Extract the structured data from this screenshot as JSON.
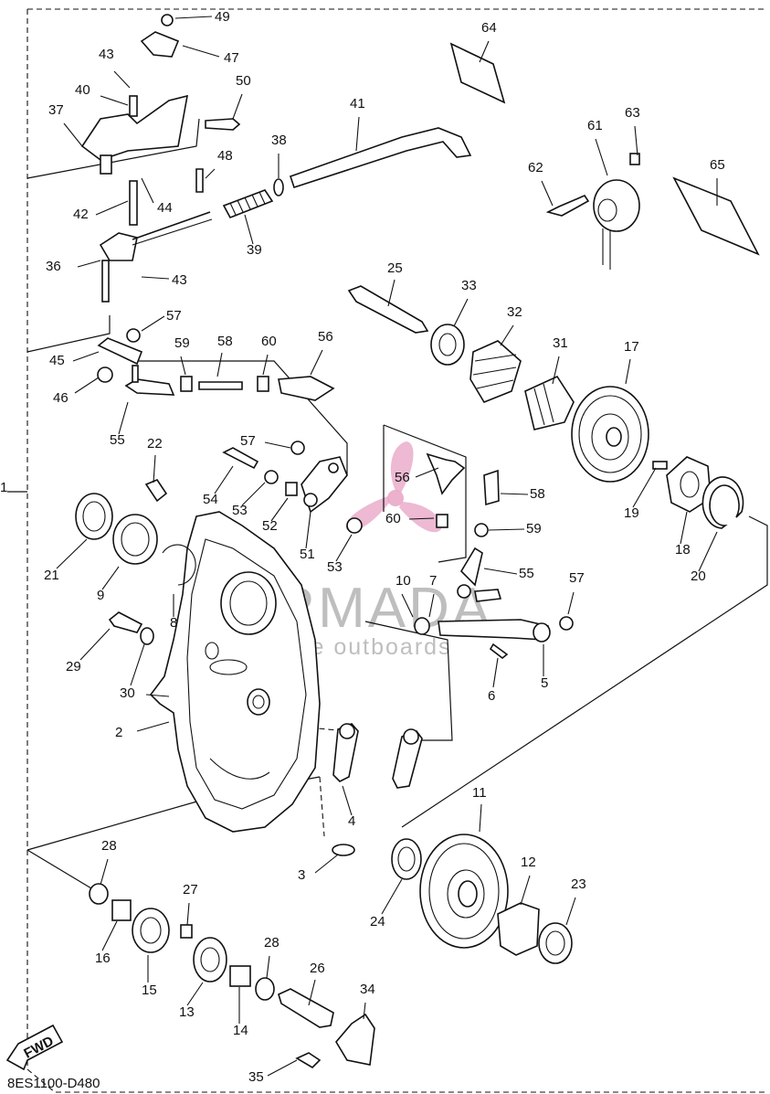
{
  "diagram_code": "8ES1100-D480",
  "fwd_label": "FWD",
  "watermark": {
    "brand": "ARMADA",
    "tagline": "marine outboards",
    "logo_color": "#e9a8c8"
  },
  "callouts": [
    "1",
    "2",
    "3",
    "4",
    "5",
    "6",
    "7",
    "8",
    "9",
    "10",
    "11",
    "12",
    "13",
    "14",
    "15",
    "16",
    "17",
    "18",
    "19",
    "20",
    "21",
    "22",
    "23",
    "24",
    "25",
    "26",
    "27",
    "28",
    "29",
    "30",
    "31",
    "32",
    "33",
    "34",
    "35",
    "36",
    "37",
    "38",
    "39",
    "40",
    "41",
    "42",
    "43",
    "44",
    "45",
    "46",
    "47",
    "48",
    "49",
    "50",
    "51",
    "52",
    "53",
    "54",
    "55",
    "56",
    "57",
    "58",
    "59",
    "60",
    "61",
    "62",
    "63",
    "64",
    "65"
  ],
  "icons": {
    "fwd": "fwd-arrow-icon",
    "logo": "propeller-logo-icon"
  }
}
